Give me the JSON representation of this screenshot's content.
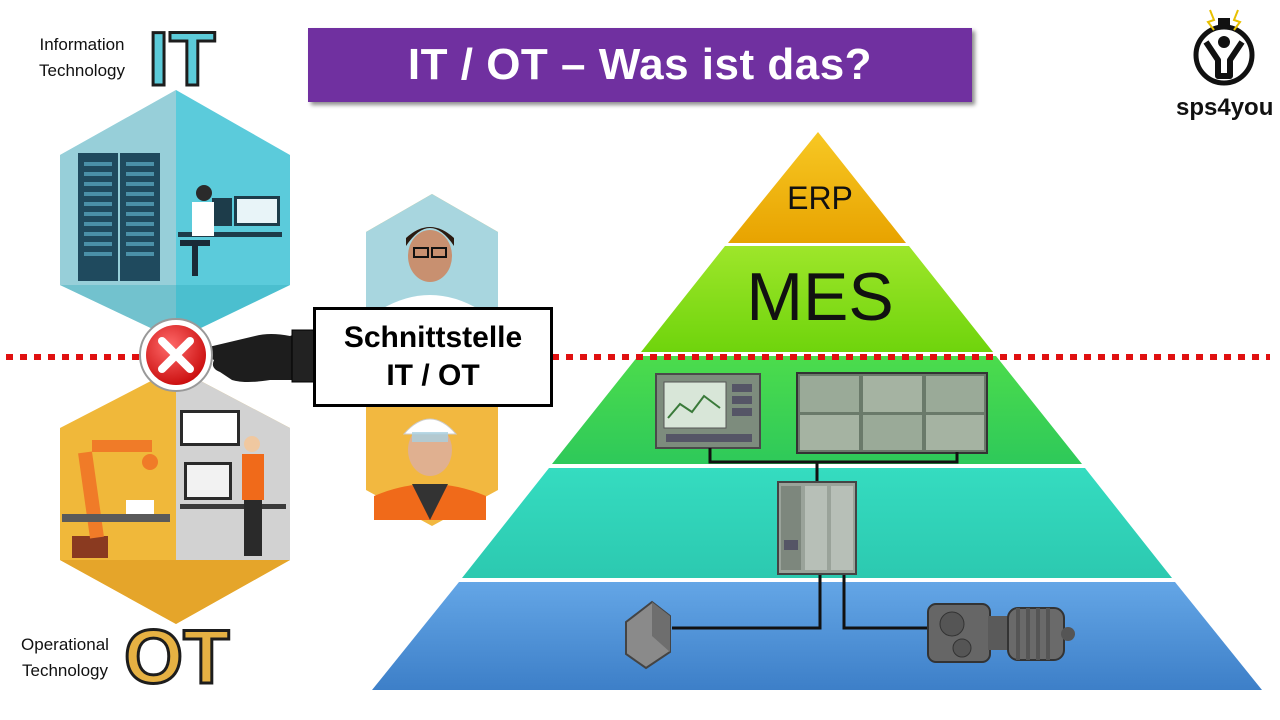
{
  "title": "IT / OT – Was ist das?",
  "it": {
    "label_line1": "Information",
    "label_line2": "Technology",
    "letters": "IT"
  },
  "ot": {
    "label_line1": "Operational",
    "label_line2": "Technology",
    "letters": "OT"
  },
  "interface": {
    "line1": "Schnittstelle",
    "line2": "IT / OT"
  },
  "pyramid": {
    "top_label": "ERP",
    "second_label": "MES"
  },
  "logo": {
    "text": "sps4you"
  },
  "colors": {
    "banner": "#7030a0",
    "it_accent": "#5ccbd9",
    "ot_accent": "#e6b143",
    "erp": "#f2b70a",
    "mes": "#8de21a",
    "scada": "#3ed63e",
    "control": "#2fd7b8",
    "field": "#4f93d8",
    "boundary_line": "#e01010"
  }
}
